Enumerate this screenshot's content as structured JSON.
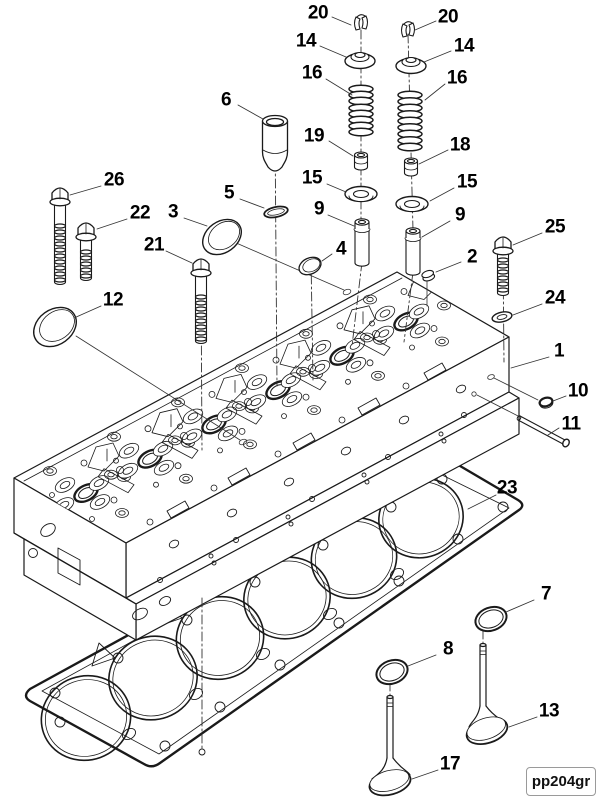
{
  "figure": {
    "type": "exploded-parts-diagram",
    "subject": "cylinder-head-assembly",
    "code_label": "pp204gr",
    "line_color": "#1a1a1a",
    "background": "#ffffff"
  },
  "callouts": [
    {
      "label": "20"
    },
    {
      "label": "20"
    },
    {
      "label": "14"
    },
    {
      "label": "14"
    },
    {
      "label": "16"
    },
    {
      "label": "16"
    },
    {
      "label": "6"
    },
    {
      "label": "19"
    },
    {
      "label": "18"
    },
    {
      "label": "15"
    },
    {
      "label": "15"
    },
    {
      "label": "9"
    },
    {
      "label": "9"
    },
    {
      "label": "5"
    },
    {
      "label": "3"
    },
    {
      "label": "4"
    },
    {
      "label": "2"
    },
    {
      "label": "25"
    },
    {
      "label": "24"
    },
    {
      "label": "26"
    },
    {
      "label": "22"
    },
    {
      "label": "21"
    },
    {
      "label": "12"
    },
    {
      "label": "1"
    },
    {
      "label": "10"
    },
    {
      "label": "11"
    },
    {
      "label": "23"
    },
    {
      "label": "7"
    },
    {
      "label": "8"
    },
    {
      "label": "13"
    },
    {
      "label": "17"
    }
  ]
}
